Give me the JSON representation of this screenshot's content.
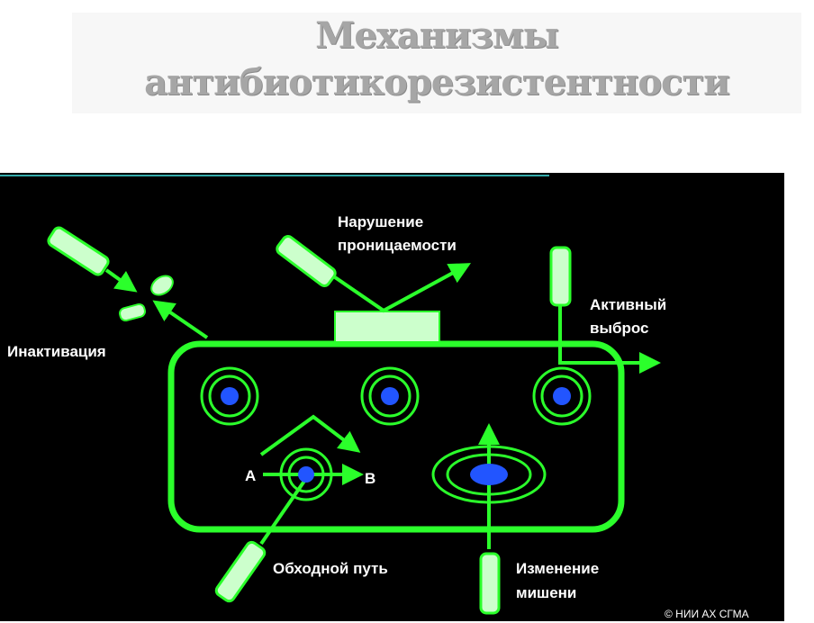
{
  "title": {
    "line1": "Механизмы",
    "line2": "антибиотикорезистентности"
  },
  "labels": {
    "permeability_1": "Нарушение",
    "permeability_2": "проницаемости",
    "efflux_1": "Активный",
    "efflux_2": "выброс",
    "inactivation": "Инактивация",
    "point_a": "A",
    "point_b": "B",
    "bypass": "Обходной путь",
    "target_1": "Изменение",
    "target_2": "мишени"
  },
  "copyright": "© НИИ АХ СГМА",
  "colors": {
    "green": "#2bff2b",
    "light_green": "#ccffcc",
    "blue": "#2255ff",
    "panel": "#000000",
    "teal": "#33aaaa"
  }
}
